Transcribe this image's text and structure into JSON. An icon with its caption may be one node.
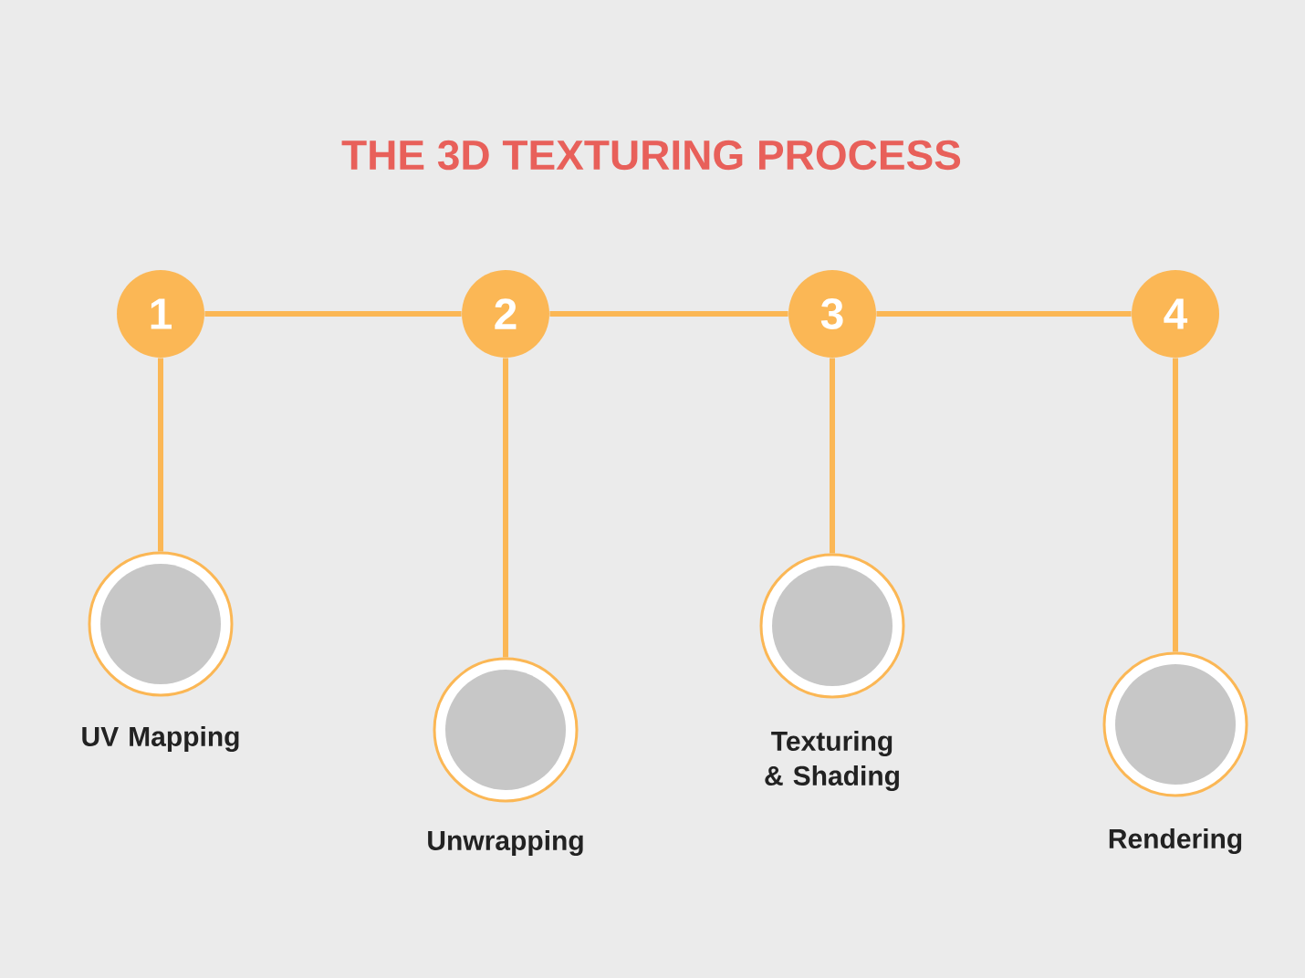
{
  "diagram": {
    "title": "THE 3D TEXTURING PROCESS",
    "nodes": [
      {
        "text": [
          "1"
        ]
      },
      {
        "text": [
          "2"
        ]
      },
      {
        "text": [
          "3"
        ]
      },
      {
        "text": [
          "4"
        ]
      },
      {
        "text": [
          "UV Mapping"
        ]
      },
      {
        "text": [
          "Unwrapping"
        ]
      },
      {
        "text": [
          "Texturing & Shading"
        ]
      },
      {
        "text": [
          "Rendering"
        ]
      }
    ],
    "edges": [
      {
        "from": 0,
        "to": 1,
        "arrow": "none"
      },
      {
        "from": 1,
        "to": 2,
        "arrow": "none"
      },
      {
        "from": 2,
        "to": 3,
        "arrow": "none"
      },
      {
        "from": 0,
        "to": 4,
        "arrow": "none"
      },
      {
        "from": 1,
        "to": 5,
        "arrow": "none"
      },
      {
        "from": 2,
        "to": 6,
        "arrow": "none"
      },
      {
        "from": 3,
        "to": 7,
        "arrow": "none"
      }
    ]
  }
}
